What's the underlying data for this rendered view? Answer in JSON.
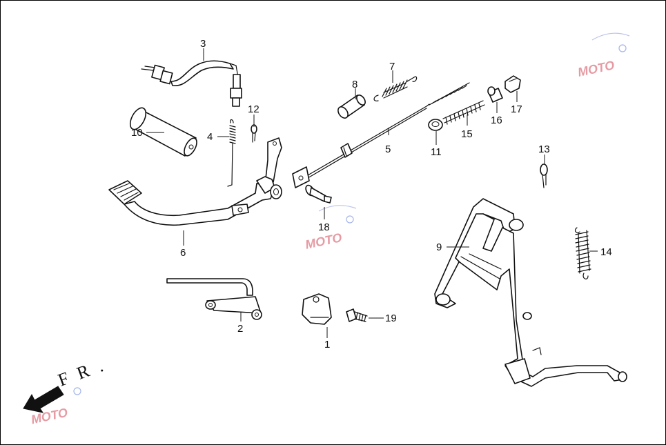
{
  "diagram": {
    "callouts": [
      {
        "id": "1",
        "text": "1"
      },
      {
        "id": "2",
        "text": "2"
      },
      {
        "id": "3",
        "text": "3"
      },
      {
        "id": "4",
        "text": "4"
      },
      {
        "id": "5",
        "text": "5"
      },
      {
        "id": "6",
        "text": "6"
      },
      {
        "id": "7",
        "text": "7"
      },
      {
        "id": "8",
        "text": "8"
      },
      {
        "id": "9",
        "text": "9"
      },
      {
        "id": "10",
        "text": "10"
      },
      {
        "id": "11",
        "text": "11"
      },
      {
        "id": "12",
        "text": "12"
      },
      {
        "id": "13",
        "text": "13"
      },
      {
        "id": "14",
        "text": "14"
      },
      {
        "id": "15",
        "text": "15"
      },
      {
        "id": "16",
        "text": "16"
      },
      {
        "id": "17",
        "text": "17"
      },
      {
        "id": "18",
        "text": "18"
      },
      {
        "id": "19",
        "text": "19"
      }
    ],
    "direction_label": "F R .",
    "direction_icon": "arrow-left-down-icon",
    "watermark": {
      "brand": "MOTO",
      "color": "#d24a5a"
    }
  }
}
